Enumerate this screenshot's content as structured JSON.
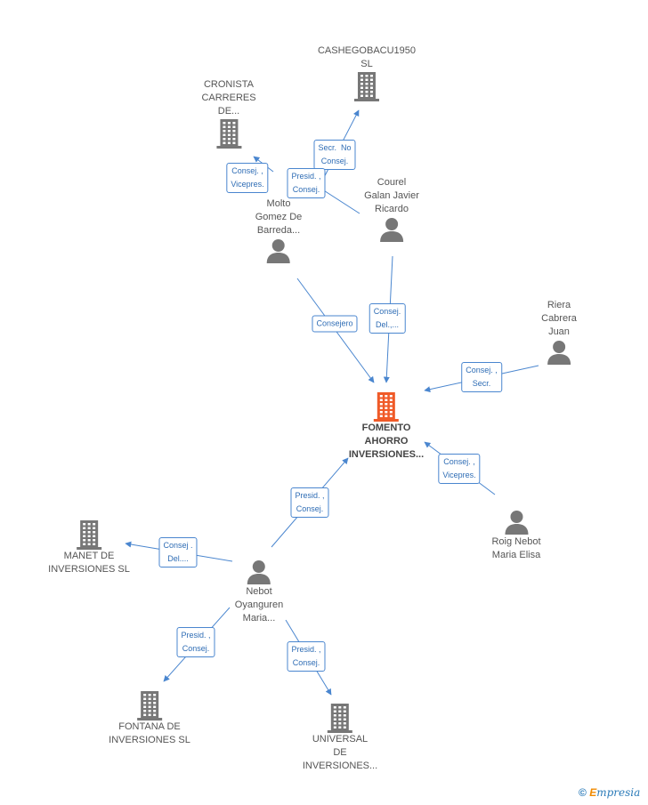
{
  "nodes": {
    "fomento": {
      "label": "FOMENTO\nAHORRO\nINVERSIONES...",
      "kind": "company",
      "main": true,
      "color": "#f05a28"
    },
    "cashegobacu": {
      "label": "CASHEGOBACU1950\nSL",
      "kind": "company"
    },
    "cronista": {
      "label": "CRONISTA\nCARRERES\nDE...",
      "kind": "company"
    },
    "molto": {
      "label": "Molto\nGomez De\nBarreda...",
      "kind": "person"
    },
    "courel": {
      "label": "Courel\nGalan Javier\nRicardo",
      "kind": "person"
    },
    "riera": {
      "label": "Riera\nCabrera\nJuan",
      "kind": "person"
    },
    "roig": {
      "label": "Roig Nebot\nMaria Elisa",
      "kind": "person"
    },
    "nebot": {
      "label": "Nebot\nOyanguren\nMaria...",
      "kind": "person"
    },
    "manet": {
      "label": "MANET DE\nINVERSIONES SL",
      "kind": "company"
    },
    "fontana": {
      "label": "FONTANA DE\nINVERSIONES SL",
      "kind": "company"
    },
    "universal": {
      "label": "UNIVERSAL\nDE\nINVERSIONES...",
      "kind": "company"
    }
  },
  "edges": [
    {
      "label": "Secr.  No\nConsej."
    },
    {
      "label": "Consej. ,\nVicepres."
    },
    {
      "label": "Presid. ,\nConsej."
    },
    {
      "label": "Consejero"
    },
    {
      "label": "Consej.\nDel.,..."
    },
    {
      "label": "Consej. ,\nSecr."
    },
    {
      "label": "Consej. ,\nVicepres."
    },
    {
      "label": "Presid. ,\nConsej."
    },
    {
      "label": "Consej .\nDel...."
    },
    {
      "label": "Presid. ,\nConsej."
    },
    {
      "label": "Presid. ,\nConsej."
    }
  ],
  "colors": {
    "edge": "#4a86cf",
    "icon": "#777777",
    "main_icon": "#f05a28"
  },
  "brand": {
    "copyright": "©",
    "e": "E",
    "rest": "mpresia"
  }
}
